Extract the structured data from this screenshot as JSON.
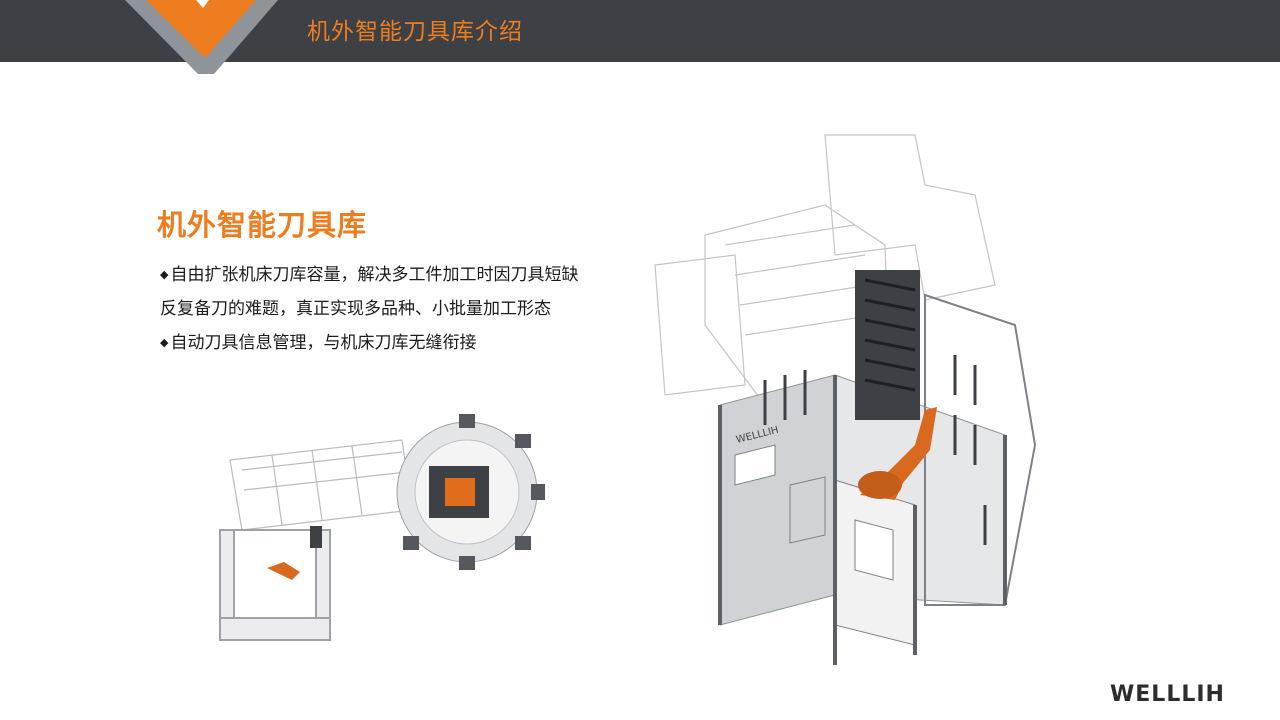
{
  "header": {
    "title": "机外智能刀具库介绍"
  },
  "section": {
    "title": "机外智能刀具库",
    "bullets": [
      {
        "marker": "◆",
        "lines": [
          "自由扩张机床刀库容量，解决多工件加工时因刀具短缺",
          "反复备刀的难题，真正实现多品种、小批量加工形态"
        ]
      },
      {
        "marker": "◆",
        "lines": [
          "自动刀具信息管理，与机床刀库无缝衔接"
        ]
      }
    ]
  },
  "brand": {
    "logo_text": "WELLLIH"
  },
  "colors": {
    "accent": "#ee7d1f",
    "topbar": "#3d4146",
    "text": "#1c1c1c"
  }
}
